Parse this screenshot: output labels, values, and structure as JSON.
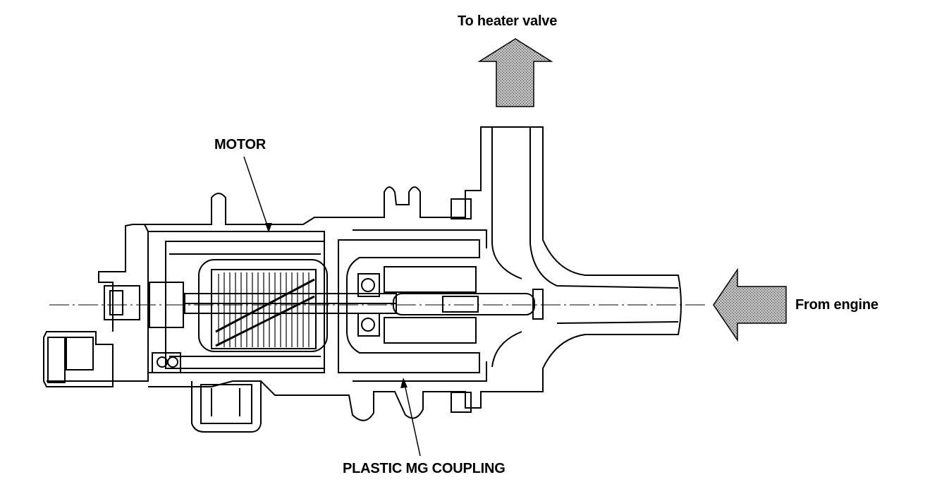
{
  "labels": {
    "to_heater_valve": "To heater valve",
    "motor": "MOTOR",
    "from_engine": "From engine",
    "plastic_mg_coupling": "PLASTIC MG COUPLING"
  },
  "colors": {
    "line": "#000000",
    "background": "#ffffff",
    "arrow_fill": "#8a8a8a"
  }
}
